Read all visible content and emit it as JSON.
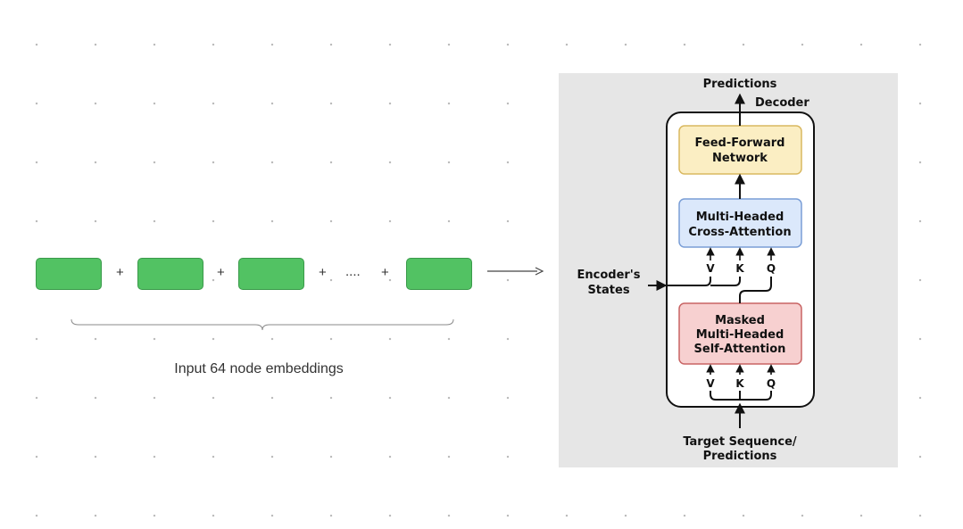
{
  "separators": {
    "plus": "+",
    "ellipsis": "...."
  },
  "caption": "Input 64 node embeddings",
  "decoder": {
    "predictions_label": "Predictions",
    "decoder_label": "Decoder",
    "feed_forward": [
      "Feed-Forward",
      "Network"
    ],
    "cross_attention": [
      "Multi-Headed",
      "Cross-Attention"
    ],
    "masked_attention": [
      "Masked",
      "Multi-Headed",
      "Self-Attention"
    ],
    "encoder_states": [
      "Encoder's",
      "States"
    ],
    "target": [
      "Target Sequence/",
      "Predictions"
    ],
    "v": "V",
    "k": "K",
    "q": "Q"
  },
  "colors": {
    "embedding_green": "#52c263",
    "feed_forward_fill": "#fbeec3",
    "cross_attention_fill": "#dbe8fb",
    "masked_attention_fill": "#f7d0d0"
  }
}
